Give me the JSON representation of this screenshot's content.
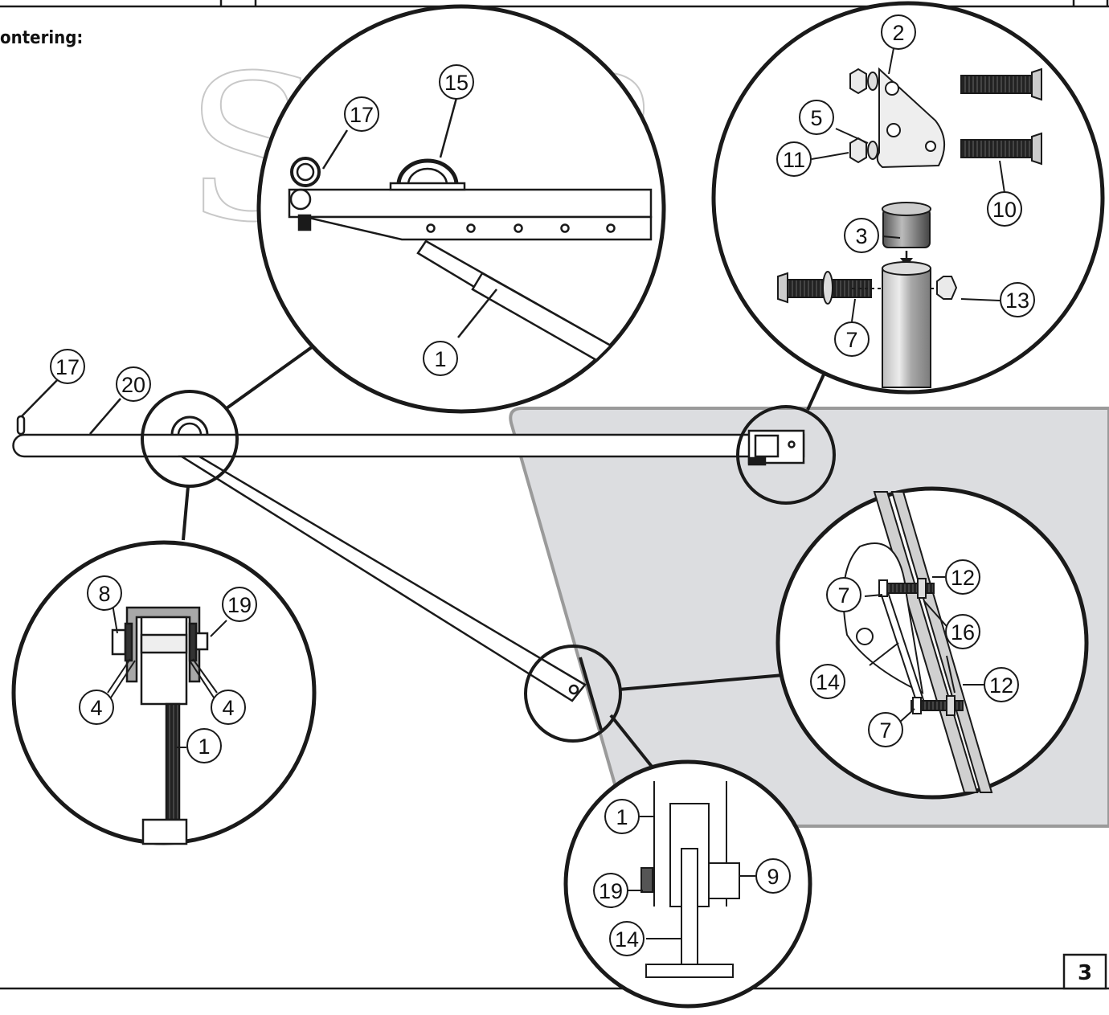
{
  "heading": "ontering:",
  "page_number": "3",
  "watermark_text": "SVB",
  "colors": {
    "line": "#1a1a1a",
    "board": "#dcdde0",
    "board_edge": "#9a9a9a",
    "watermark": "#c8c8c8"
  },
  "callouts": {
    "top_left": [
      "17",
      "15",
      "1"
    ],
    "top_right": [
      "2",
      "5",
      "11",
      "10",
      "3",
      "13",
      "7"
    ],
    "main": [
      "17",
      "20"
    ],
    "bottom_left": [
      "8",
      "19",
      "4",
      "4",
      "1"
    ],
    "right": [
      "7",
      "12",
      "16",
      "14",
      "12",
      "7"
    ],
    "bottom_center": [
      "1",
      "9",
      "19",
      "14"
    ]
  }
}
